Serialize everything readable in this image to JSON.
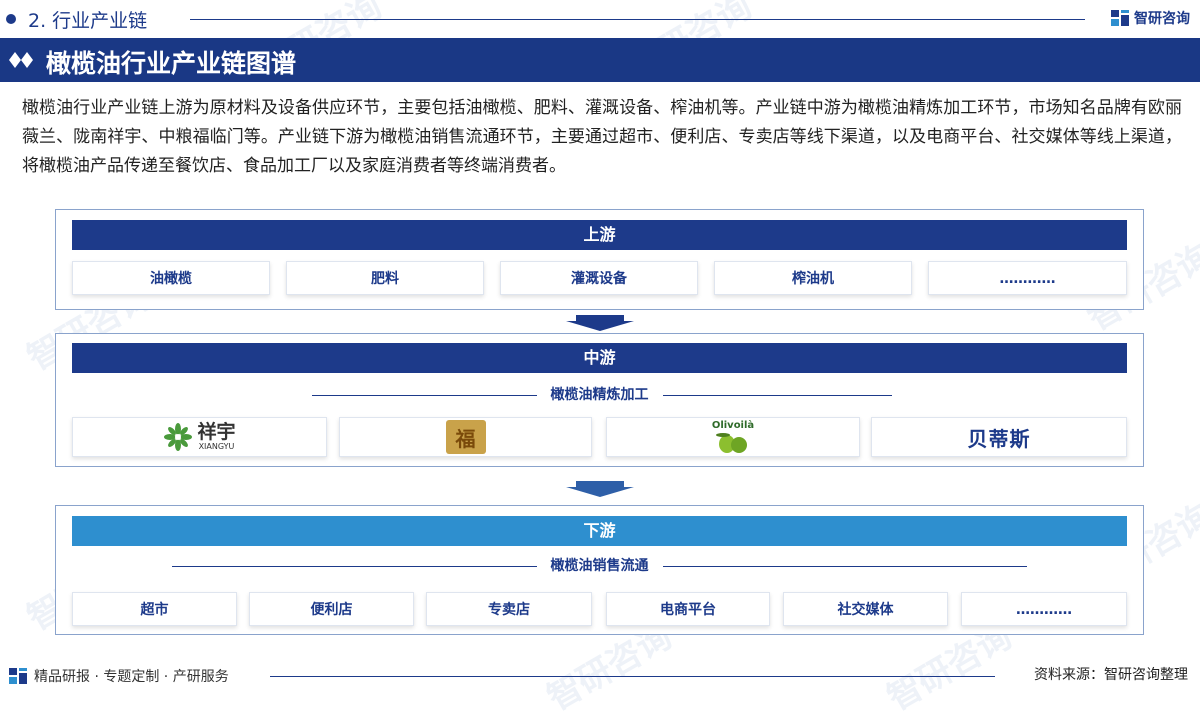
{
  "header": {
    "section_label": "2. 行业产业链",
    "brand_name": "智研咨询"
  },
  "title": "橄榄油行业产业链图谱",
  "intro": "橄榄油行业产业链上游为原材料及设备供应环节，主要包括油橄榄、肥料、灌溉设备、榨油机等。产业链中游为橄榄油精炼加工环节，市场知名品牌有欧丽薇兰、陇南祥宇、中粮福临门等。产业链下游为橄榄油销售流通环节，主要通过超市、便利店、专卖店等线下渠道，以及电商平台、社交媒体等线上渠道，将橄榄油产品传递至餐饮店、食品加工厂以及家庭消费者等终端消费者。",
  "upstream": {
    "label": "上游",
    "items": [
      "油橄榄",
      "肥料",
      "灌溉设备",
      "榨油机",
      "…………"
    ]
  },
  "midstream": {
    "label": "中游",
    "subtitle": "橄榄油精炼加工",
    "brands": [
      {
        "icon": "xiangyu-logo",
        "text": "祥宇",
        "subtext": "XIANGYU"
      },
      {
        "icon": "fulinmen-logo",
        "text": "福"
      },
      {
        "icon": "olivoila-logo",
        "text": "Olivoilà"
      },
      {
        "icon": "betis-logo",
        "text": "贝蒂斯"
      }
    ]
  },
  "downstream": {
    "label": "下游",
    "subtitle": "橄榄油销售流通",
    "items": [
      "超市",
      "便利店",
      "专卖店",
      "电商平台",
      "社交媒体",
      "…………"
    ]
  },
  "footer": {
    "tagline": "精品研报 · 专题定制 · 产研服务",
    "source": "资料来源：智研咨询整理"
  },
  "colors": {
    "primary": "#1d3a8a",
    "downstream": "#2e8fcf"
  }
}
